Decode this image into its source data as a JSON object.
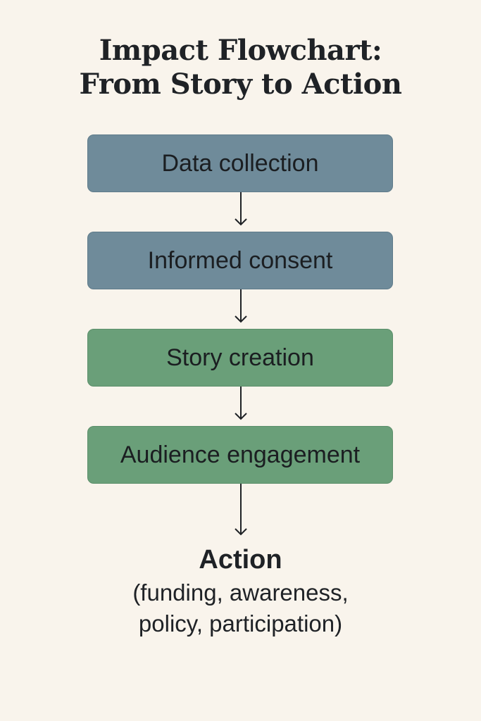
{
  "title": {
    "line1": "Impact Flowchart:",
    "line2": "From Story to Action"
  },
  "steps": [
    {
      "label": "Data collection",
      "color": "#6f8b9a"
    },
    {
      "label": "Informed consent",
      "color": "#6f8b9a"
    },
    {
      "label": "Story creation",
      "color": "#6a9f79"
    },
    {
      "label": "Audience engagement",
      "color": "#6a9f79"
    }
  ],
  "outcome": {
    "title": "Action",
    "detail_line1": "(funding, awareness,",
    "detail_line2": "policy, participation)"
  },
  "colors": {
    "background": "#f9f4ec",
    "text": "#1f2226",
    "arrow": "#1f2226"
  }
}
